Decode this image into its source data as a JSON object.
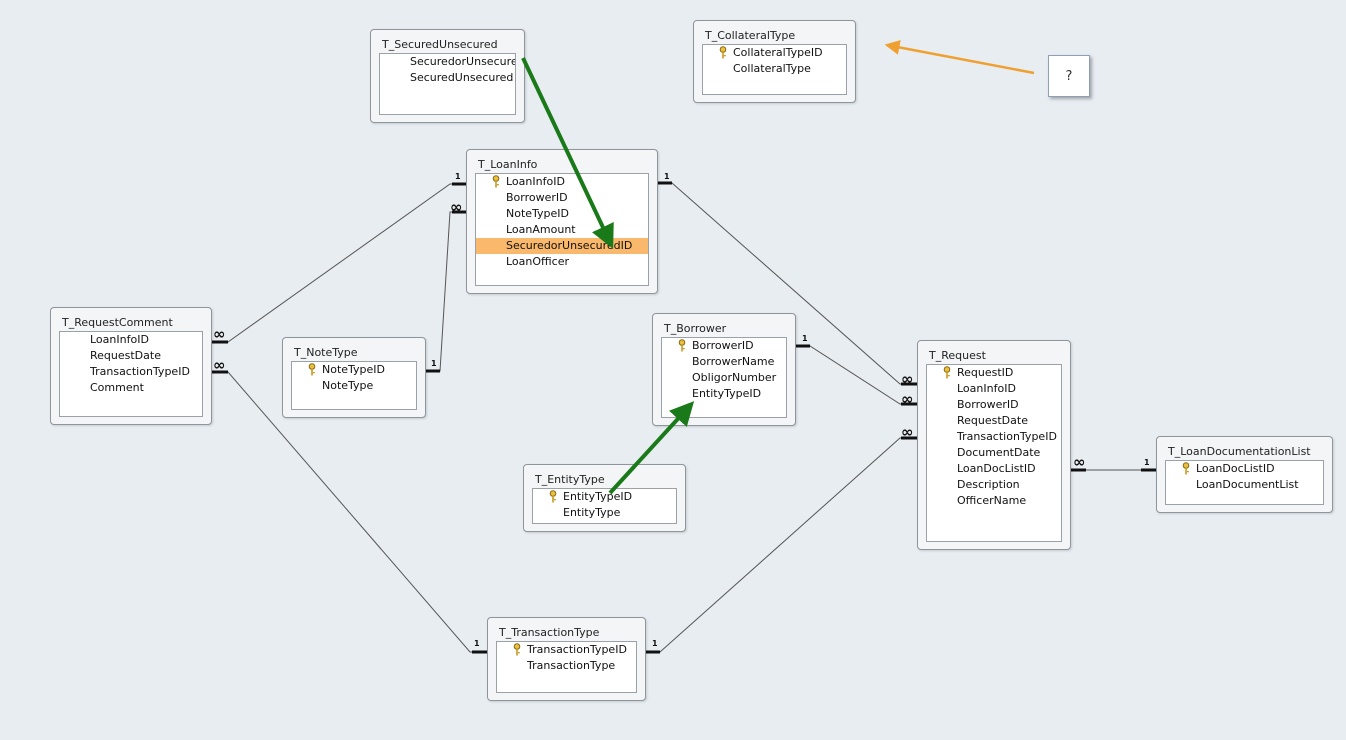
{
  "tables": {
    "secured_unsecured": {
      "title": "T_SecuredUnsecured",
      "fields": [
        {
          "name": "SecuredorUnsecuredID",
          "pk": false
        },
        {
          "name": "SecuredUnsecured",
          "pk": false
        }
      ]
    },
    "collateral_type": {
      "title": "T_CollateralType",
      "fields": [
        {
          "name": "CollateralTypeID",
          "pk": true
        },
        {
          "name": "CollateralType",
          "pk": false
        }
      ]
    },
    "loan_info": {
      "title": "T_LoanInfo",
      "fields": [
        {
          "name": "LoanInfoID",
          "pk": true
        },
        {
          "name": "BorrowerID",
          "pk": false
        },
        {
          "name": "NoteTypeID",
          "pk": false
        },
        {
          "name": "LoanAmount",
          "pk": false
        },
        {
          "name": "SecuredorUnsecuredID",
          "pk": false,
          "selected": true
        },
        {
          "name": "LoanOfficer",
          "pk": false
        }
      ]
    },
    "request_comment": {
      "title": "T_RequestComment",
      "fields": [
        {
          "name": "LoanInfoID",
          "pk": false
        },
        {
          "name": "RequestDate",
          "pk": false
        },
        {
          "name": "TransactionTypeID",
          "pk": false
        },
        {
          "name": "Comment",
          "pk": false
        }
      ]
    },
    "note_type": {
      "title": "T_NoteType",
      "fields": [
        {
          "name": "NoteTypeID",
          "pk": true
        },
        {
          "name": "NoteType",
          "pk": false
        }
      ]
    },
    "borrower": {
      "title": "T_Borrower",
      "fields": [
        {
          "name": "BorrowerID",
          "pk": true
        },
        {
          "name": "BorrowerName",
          "pk": false
        },
        {
          "name": "ObligorNumber",
          "pk": false
        },
        {
          "name": "EntityTypeID",
          "pk": false
        }
      ]
    },
    "request": {
      "title": "T_Request",
      "fields": [
        {
          "name": "RequestID",
          "pk": true
        },
        {
          "name": "LoanInfoID",
          "pk": false
        },
        {
          "name": "BorrowerID",
          "pk": false
        },
        {
          "name": "RequestDate",
          "pk": false
        },
        {
          "name": "TransactionTypeID",
          "pk": false
        },
        {
          "name": "DocumentDate",
          "pk": false
        },
        {
          "name": "LoanDocListID",
          "pk": false
        },
        {
          "name": "Description",
          "pk": false
        },
        {
          "name": "OfficerName",
          "pk": false
        }
      ]
    },
    "loan_doc_list": {
      "title": "T_LoanDocumentationList",
      "fields": [
        {
          "name": "LoanDocListID",
          "pk": true
        },
        {
          "name": "LoanDocumentList",
          "pk": false
        }
      ]
    },
    "entity_type": {
      "title": "T_EntityType",
      "fields": [
        {
          "name": "EntityTypeID",
          "pk": true
        },
        {
          "name": "EntityType",
          "pk": false
        }
      ]
    },
    "transaction_type": {
      "title": "T_TransactionType",
      "fields": [
        {
          "name": "TransactionTypeID",
          "pk": true
        },
        {
          "name": "TransactionType",
          "pk": false
        }
      ]
    }
  },
  "cardinality": {
    "one": "1",
    "many": "∞"
  },
  "callout": {
    "text": "?"
  },
  "colors": {
    "background": "#e8edf2",
    "relationship_line": "#4a4a4a",
    "green_arrow": "#1a7a1a",
    "orange_arrow": "#f0a030",
    "selected_field": "#f9b86b"
  }
}
